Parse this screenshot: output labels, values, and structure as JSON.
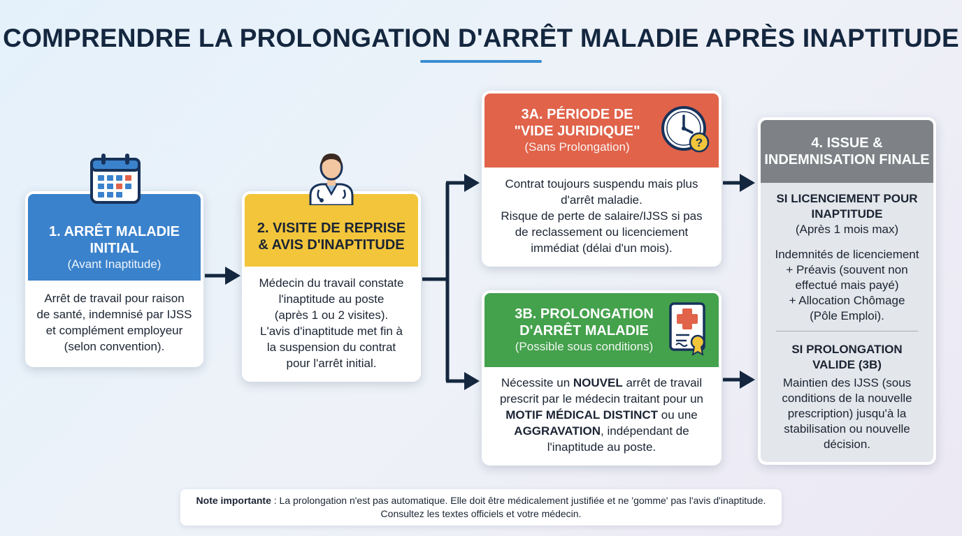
{
  "title": "COMPRENDRE LA PROLONGATION D'ARRÊT MALADIE APRÈS INAPTITUDE",
  "colors": {
    "blue": "#3b82cc",
    "yellow": "#f3c53b",
    "red": "#e0634a",
    "green": "#44a14c",
    "grey": "#7e8287",
    "navy": "#14273f"
  },
  "step1": {
    "icon": "calendar-icon",
    "heading_line1": "1. ARRÊT MALADIE",
    "heading_line2": "INITIAL",
    "subtitle": "(Avant Inaptitude)",
    "body": [
      "Arrêt de travail pour raison",
      "de santé, indemnisé par IJSS",
      "et complément employeur",
      "(selon convention)."
    ]
  },
  "step2": {
    "icon": "doctor-icon",
    "heading_line1": "2. VISITE DE REPRISE",
    "heading_line2": "& AVIS D'INAPTITUDE",
    "body": [
      "Médecin du travail constate",
      "l'inaptitude au poste",
      "(après 1 ou 2 visites).",
      "L'avis d'inaptitude met fin à",
      "la suspension du contrat",
      "pour l'arrêt initial."
    ]
  },
  "step3a": {
    "icon": "clock-question-icon",
    "heading_line1": "3A. PÉRIODE DE",
    "heading_line2": "\"VIDE JURIDIQUE\"",
    "subtitle": "(Sans Prolongation)",
    "body": [
      "Contrat toujours suspendu mais plus",
      "d'arrêt maladie.",
      "Risque de perte de salaire/IJSS si pas",
      "de reclassement ou licenciement",
      "immédiat (délai d'un mois)."
    ]
  },
  "step3b": {
    "icon": "medical-certificate-icon",
    "heading_line1": "3B. PROLONGATION",
    "heading_line2": "D'ARRÊT MALADIE",
    "subtitle": "(Possible sous conditions)",
    "body": {
      "l1_pre": "Nécessite un ",
      "l1_bold": "NOUVEL",
      "l1_post": " arrêt de travail",
      "l2": "prescrit par le médecin traitant pour un",
      "l3_bold": "MOTIF MÉDICAL DISTINCT",
      "l3_post": " ou une",
      "l4_bold": "AGGRAVATION",
      "l4_post": ", indépendant de",
      "l5": "l'inaptitude au poste."
    }
  },
  "step4": {
    "heading_line1": "4. ISSUE &",
    "heading_line2": "INDEMNISATION FINALE",
    "sec1_head1": "SI LICENCIEMENT POUR",
    "sec1_head2": "INAPTITUDE",
    "sec1_sub": "(Après 1 mois max)",
    "sec1_body": [
      "Indemnités de licenciement",
      "+ Préavis (souvent non",
      "effectué mais payé)",
      "+ Allocation Chômage",
      "(Pôle Emploi)."
    ],
    "sec2_head1": "SI PROLONGATION",
    "sec2_head2": "VALIDE (3B)",
    "sec2_body": [
      "Maintien des IJSS (sous",
      "conditions de la nouvelle",
      "prescription) jusqu'à la",
      "stabilisation ou nouvelle",
      "décision."
    ]
  },
  "note": {
    "label": "Note importante",
    "text1": " : La prolongation n'est pas automatique. Elle doit être médicalement justifiée et ne 'gomme' pas l'avis d'inaptitude.",
    "text2": "Consultez les textes officiels et votre médecin."
  }
}
